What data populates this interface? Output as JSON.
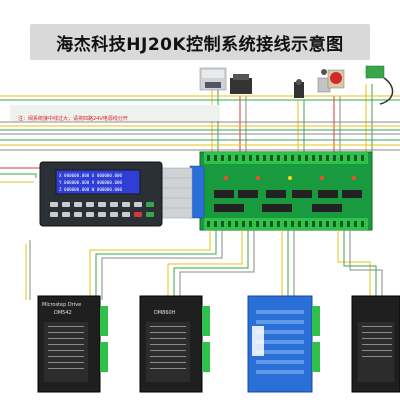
{
  "header": {
    "title": "海杰科技HJ20K控制系统接线示意图"
  },
  "note": {
    "text": "注：阀系统接中线过大，请将四路24V电源线分开"
  },
  "controller": {
    "lcd_lines": [
      "X  000000.000  U  000000.000",
      "Y  000000.000  V  000000.000",
      "Z  000000.000  W  000000.000"
    ]
  },
  "drivers": [
    {
      "brand": "Microstep Drive",
      "model": "DM542"
    },
    {
      "brand": "",
      "model": "DM860H"
    },
    {
      "brand": "",
      "model": ""
    }
  ],
  "colors": {
    "board_green": "#1a9a3e",
    "terminal_green": "#2fc14a",
    "controller_body": "#2b2f36",
    "lcd_blue": "#2f3fd6",
    "driver_black": "#1f1f1f",
    "driver_blue": "#2a6fd8",
    "wire_yellow": "#e6c21a",
    "wire_red": "#d23a3a",
    "wire_green": "#3aa64a",
    "wire_gray": "#8a8a8a"
  }
}
